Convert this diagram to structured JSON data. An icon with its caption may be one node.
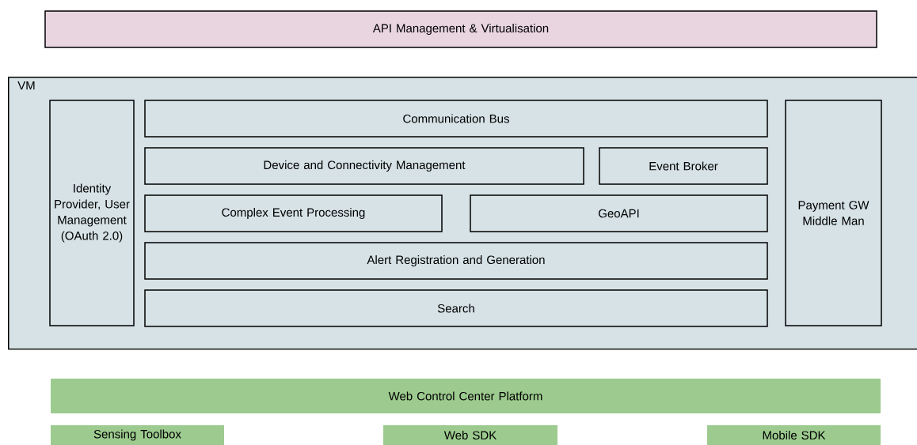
{
  "diagram": {
    "nodes": [
      {
        "text": [
          "API Management & Virtualisation"
        ]
      },
      {
        "text": [
          "VM"
        ]
      },
      {
        "text": [
          "Identity Provider, User Management (OAuth 2.0)"
        ],
        "in": 1
      },
      {
        "text": [
          "Communication Bus"
        ],
        "in": 1
      },
      {
        "text": [
          "Device and Connectivity Management"
        ],
        "in": 1
      },
      {
        "text": [
          "Event Broker"
        ],
        "in": 1
      },
      {
        "text": [
          "Complex Event Processing"
        ],
        "in": 1
      },
      {
        "text": [
          "GeoAPI"
        ],
        "in": 1
      },
      {
        "text": [
          "Alert Registration and Generation"
        ],
        "in": 1
      },
      {
        "text": [
          "Search"
        ],
        "in": 1
      },
      {
        "text": [
          "Payment GW Middle Man"
        ],
        "in": 1
      },
      {
        "text": [
          "Web Control Center Platform"
        ]
      },
      {
        "text": [
          "Sensing Toolbox"
        ]
      },
      {
        "text": [
          "Web SDK"
        ]
      },
      {
        "text": [
          "Mobile SDK"
        ]
      }
    ]
  }
}
